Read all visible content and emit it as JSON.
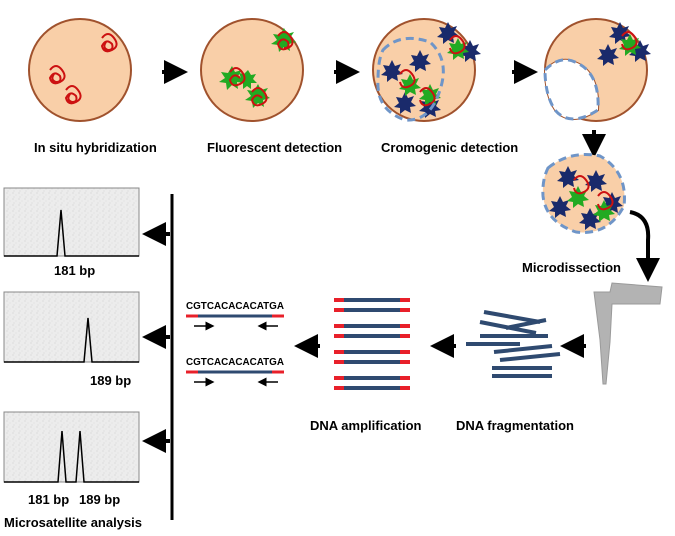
{
  "steps": {
    "in_situ": "In situ hybridization",
    "fluorescent": "Fluorescent detection",
    "cromogenic": "Cromogenic detection",
    "microdissection": "Microdissection",
    "dna_fragmentation": "DNA fragmentation",
    "dna_amplification": "DNA amplification",
    "microsatellite": "Microsatellite analysis"
  },
  "sequences": {
    "seq1": "CGTCACACACATGA",
    "seq2": "CGTCACACACATGA"
  },
  "electropherograms": [
    {
      "label": "181 bp"
    },
    {
      "label": "189 bp"
    },
    {
      "label1": "181 bp",
      "label2": "189 bp"
    }
  ],
  "colors": {
    "cell_fill": "#f9cfa8",
    "cell_stroke": "#a0522d",
    "dashed_outline": "#6f95c8",
    "chromosome_red": "#cc1111",
    "fluor_green": "#22aa22",
    "chromo_blue": "#1a2a6b",
    "dna_strand": "#2f4a70",
    "dna_end": "#e8202a",
    "tube_gray": "#b3b3b3"
  }
}
